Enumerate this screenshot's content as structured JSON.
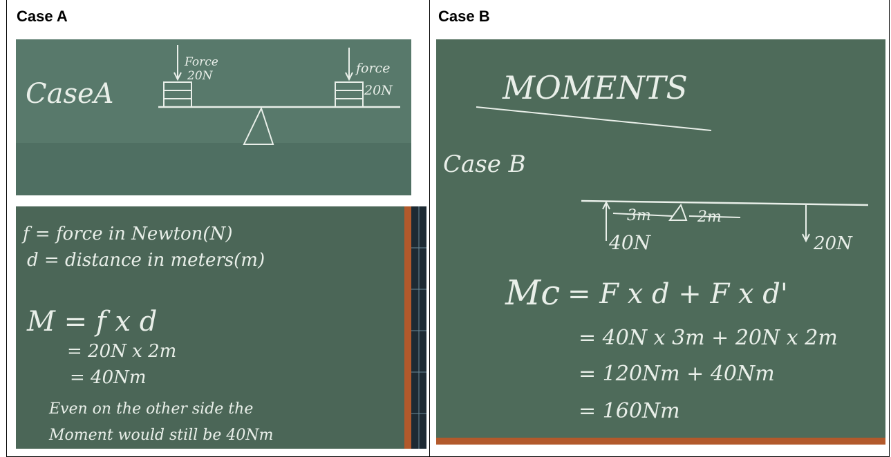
{
  "case_a": {
    "heading": "Case A",
    "photo_top": {
      "case_label": "CaseA",
      "left_force": [
        "Force",
        "20N"
      ],
      "right_force": [
        "force",
        "20N"
      ]
    },
    "photo_bottom": {
      "lines": [
        "f = force in Newton(N)",
        "d = distance in meters(m)",
        "M = f x d",
        "= 20N x 2m",
        "= 40Nm",
        "Even on the other side the",
        "Moment would still be 40Nm"
      ]
    }
  },
  "case_b": {
    "heading": "Case B",
    "photo": {
      "title": "MOMENTS",
      "case_label": "Case B",
      "dist_left": "3m",
      "dist_right": "2m",
      "force_left": "40N",
      "force_right": "20N",
      "equation_lhs": "Mc",
      "equation_rhs": "= F x d + F x d'",
      "steps": [
        "= 40N x 3m + 20N x 2m",
        "= 120Nm + 40Nm",
        "= 160Nm"
      ]
    }
  },
  "colors": {
    "board_green": "#4e6b5a",
    "board_dark": "#3f5a4a",
    "chalk": "#e9efe9",
    "frame_orange": "#b2592b"
  }
}
